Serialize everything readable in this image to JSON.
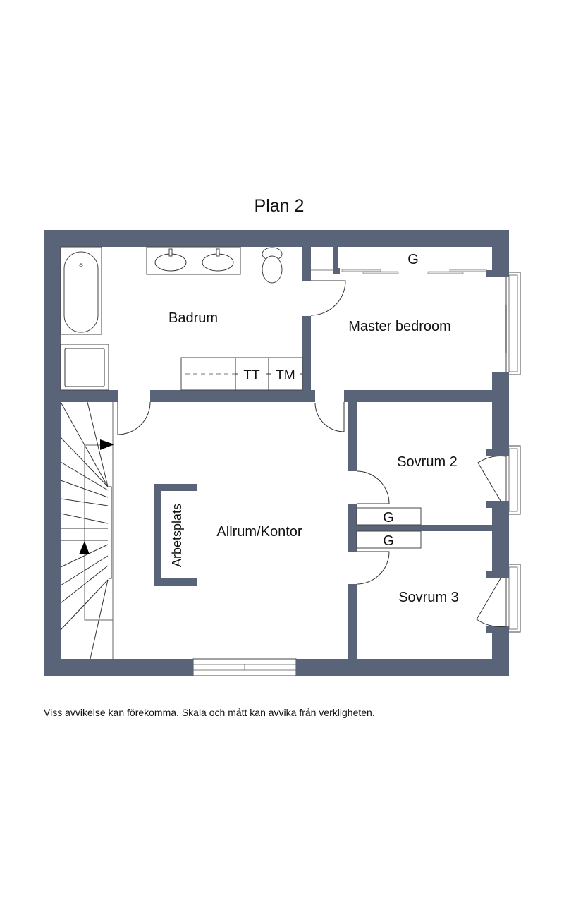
{
  "title": "Plan 2",
  "rooms": {
    "badrum": "Badrum",
    "master_bedroom": "Master bedroom",
    "sovrum2": "Sovrum 2",
    "sovrum3": "Sovrum 3",
    "allrum": "Allrum/Kontor",
    "arbetsplats": "Arbetsplats"
  },
  "fixtures": {
    "tt": "TT",
    "tm": "TM",
    "closet_master": "G",
    "closet_sovrum2": "G",
    "closet_sovrum3": "G"
  },
  "footer": "Viss avvikelse kan förekomma. Skala och mått kan avvika från verkligheten.",
  "colors": {
    "wall": "#5a6478"
  }
}
